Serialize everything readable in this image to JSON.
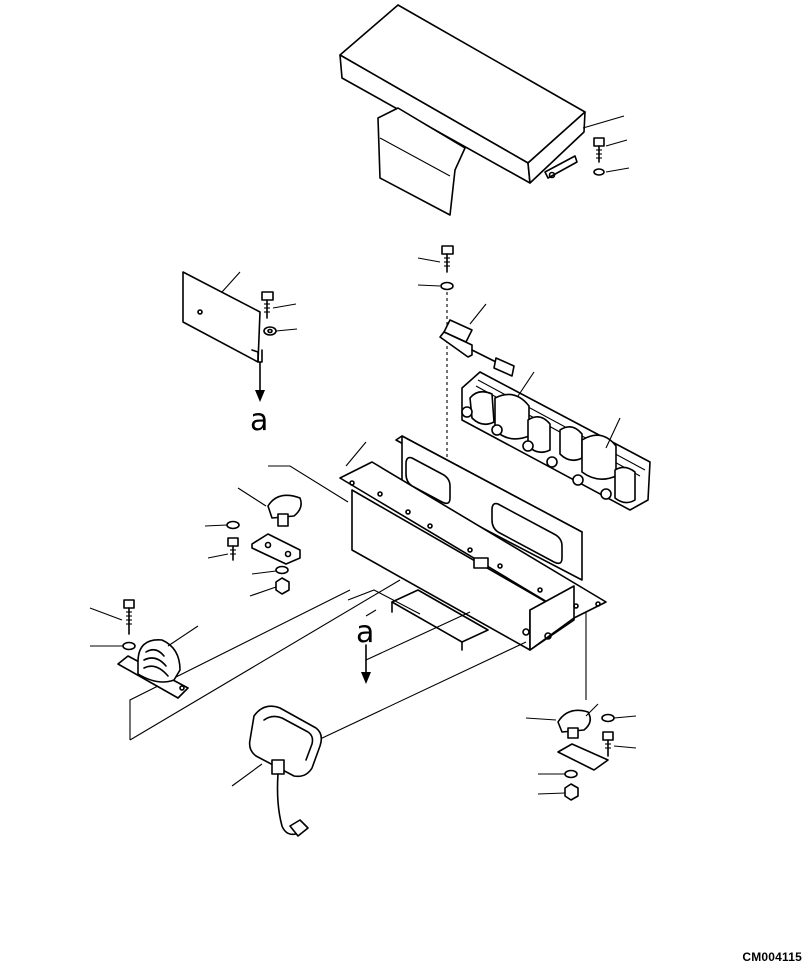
{
  "diagram": {
    "callout_label_upper": "a",
    "callout_label_lower": "a",
    "drawing_code": "CM004115"
  }
}
